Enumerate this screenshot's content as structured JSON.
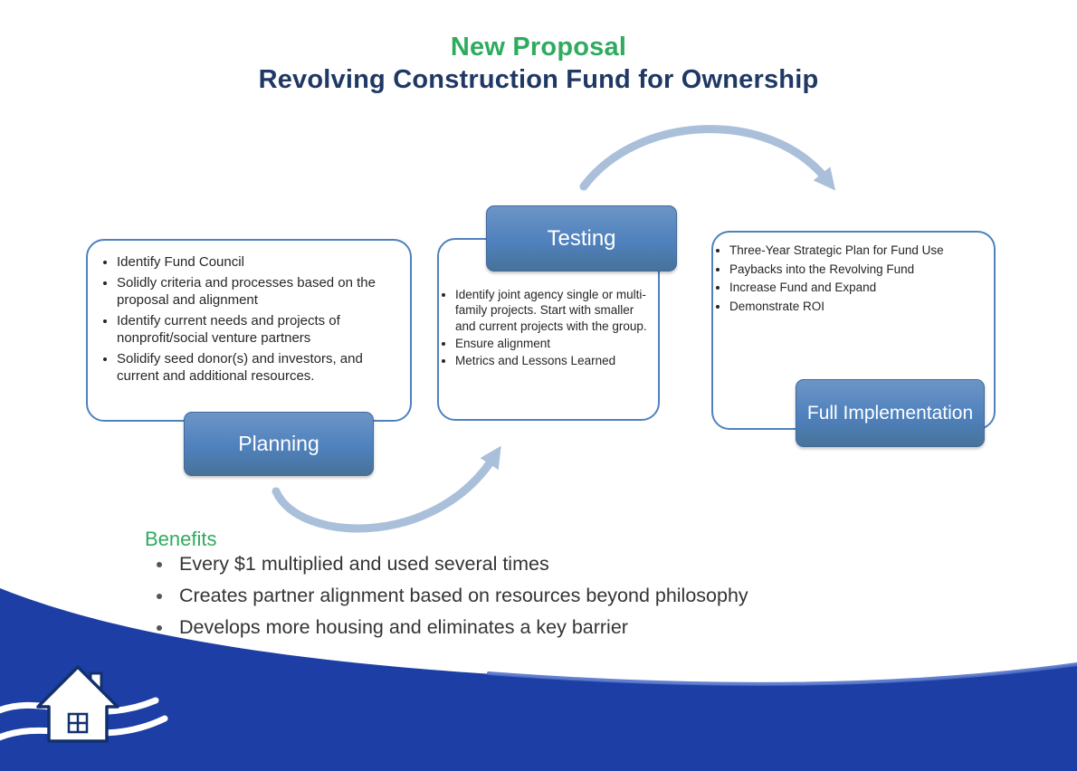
{
  "title": {
    "line1": "New Proposal",
    "line2": "Revolving Construction Fund for Ownership"
  },
  "phases": [
    {
      "label": "Planning",
      "bullets": [
        "Identify Fund Council",
        "Solidly criteria and processes based on the proposal and alignment",
        "Identify current needs and projects of nonprofit/social venture partners",
        "Solidify seed donor(s) and investors, and current and additional resources."
      ]
    },
    {
      "label": "Testing",
      "bullets": [
        "Identify joint agency single or multi-family projects. Start with smaller and current projects with the group.",
        "Ensure alignment",
        "Metrics and Lessons Learned"
      ]
    },
    {
      "label": "Full Implementation",
      "bullets": [
        "Three-Year Strategic Plan for Fund Use",
        "Paybacks into the Revolving Fund",
        "Increase Fund and Expand",
        "Demonstrate ROI"
      ]
    }
  ],
  "benefits": {
    "heading": "Benefits",
    "items": [
      "Every $1 multiplied and used several times",
      "Creates partner alignment based on resources beyond philosophy",
      "Develops more housing and eliminates a key barrier"
    ]
  },
  "colors": {
    "title_green": "#2fab5e",
    "title_blue": "#1f3864",
    "phase_box_blue": "#4f81bd",
    "arrow_light_blue": "#a9bfda",
    "wave_navy": "#1d3fa5",
    "body_text": "#262626"
  },
  "icons": {
    "logo": "house-on-waves-logo"
  }
}
